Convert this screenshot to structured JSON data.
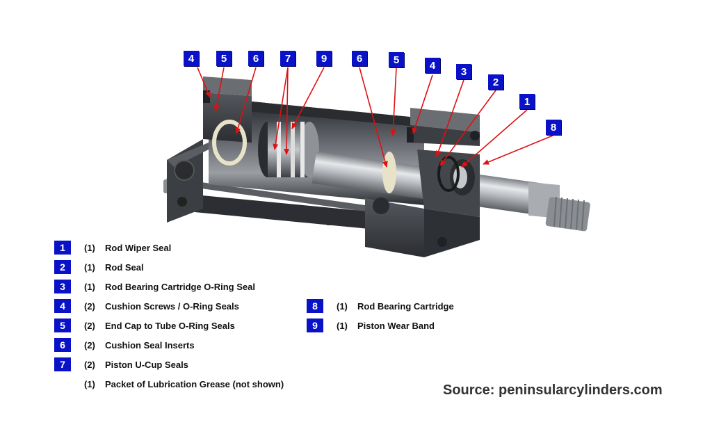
{
  "callouts": [
    {
      "label": "4"
    },
    {
      "label": "5"
    },
    {
      "label": "6"
    },
    {
      "label": "7"
    },
    {
      "label": "9"
    },
    {
      "label": "6"
    },
    {
      "label": "5"
    },
    {
      "label": "4"
    },
    {
      "label": "3"
    },
    {
      "label": "2"
    },
    {
      "label": "1"
    },
    {
      "label": "8"
    }
  ],
  "legend": [
    {
      "num": "1",
      "qty": "(1)",
      "text": "Rod Wiper Seal"
    },
    {
      "num": "2",
      "qty": "(1)",
      "text": "Rod Seal"
    },
    {
      "num": "3",
      "qty": "(1)",
      "text": "Rod Bearing Cartridge O-Ring Seal"
    },
    {
      "num": "4",
      "qty": "(2)",
      "text": "Cushion Screws / O-Ring Seals"
    },
    {
      "num": "5",
      "qty": "(2)",
      "text": "End Cap to Tube O-Ring Seals"
    },
    {
      "num": "6",
      "qty": "(2)",
      "text": "Cushion Seal Inserts"
    },
    {
      "num": "7",
      "qty": "(2)",
      "text": "Piston U-Cup Seals"
    },
    {
      "num": "",
      "qty": "(1)",
      "text": "Packet of Lubrication Grease (not shown)"
    },
    {
      "num": "8",
      "qty": "(1)",
      "text": "Rod Bearing Cartridge"
    },
    {
      "num": "9",
      "qty": "(1)",
      "text": "Piston Wear Band"
    }
  ],
  "source": "Source: peninsularcylinders.com",
  "colors": {
    "badge": "#0a12c8",
    "arrow": "#e01010",
    "metal_dark": "#3a3d42",
    "rod": "#b8bcc0"
  }
}
